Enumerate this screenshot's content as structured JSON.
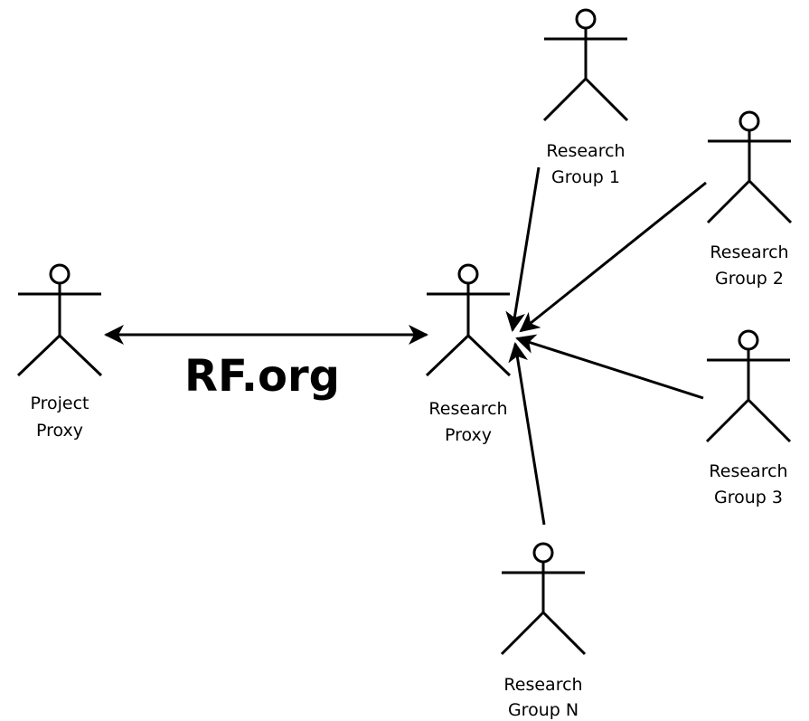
{
  "diagram": {
    "title": "RF.org",
    "actors": {
      "project_proxy": {
        "lines": [
          "Project",
          "Proxy"
        ]
      },
      "research_proxy": {
        "lines": [
          "Research",
          "Proxy"
        ]
      },
      "group_1": {
        "lines": [
          "Research",
          "Group 1"
        ]
      },
      "group_2": {
        "lines": [
          "Research",
          "Group 2"
        ]
      },
      "group_3": {
        "lines": [
          "Research",
          "Group 3"
        ]
      },
      "group_n": {
        "lines": [
          "Research",
          "Group N"
        ]
      }
    },
    "connections": [
      {
        "from": "project_proxy",
        "to": "research_proxy",
        "type": "bidirectional"
      },
      {
        "from": "group_1",
        "to": "research_proxy",
        "type": "directed"
      },
      {
        "from": "group_2",
        "to": "research_proxy",
        "type": "directed"
      },
      {
        "from": "group_3",
        "to": "research_proxy",
        "type": "directed"
      },
      {
        "from": "group_n",
        "to": "research_proxy",
        "type": "directed"
      }
    ],
    "colors": {
      "stroke": "#000000",
      "background": "#ffffff"
    }
  }
}
